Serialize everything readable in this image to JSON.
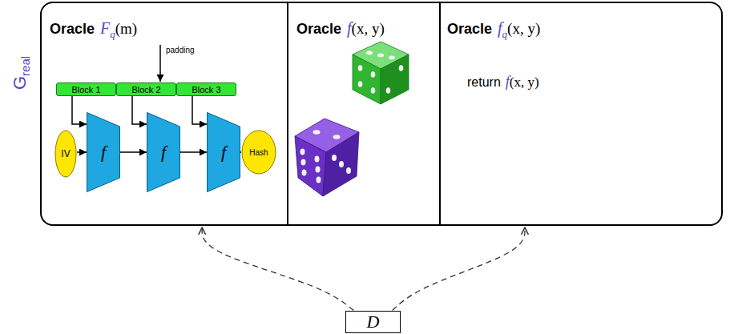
{
  "diagram": {
    "nodes": [
      {
        "text": [
          "G",
          "real"
        ]
      },
      {
        "text": [
          "Oracle",
          "F",
          "q",
          "(m)"
        ],
        "in": 0
      },
      {
        "text": [
          "Block 1"
        ],
        "in": 1
      },
      {
        "text": [
          "Block 2"
        ],
        "in": 1
      },
      {
        "text": [
          "Block 3"
        ],
        "in": 1
      },
      {
        "text": [
          "IV"
        ],
        "in": 1
      },
      {
        "text": [
          "f"
        ],
        "in": 1
      },
      {
        "text": [
          "f"
        ],
        "in": 1
      },
      {
        "text": [
          "f"
        ],
        "in": 1
      },
      {
        "text": [
          "Hash"
        ],
        "in": 1
      },
      {
        "text": [
          "Oracle",
          "f",
          "(x, y)"
        ],
        "in": 0
      },
      {
        "text": [
          "Oracle",
          "f",
          "q",
          "(x, y)",
          "return",
          "f",
          "(x, y)"
        ],
        "in": 0
      },
      {
        "text": [
          "D"
        ]
      }
    ],
    "edges": [
      {
        "from": 5,
        "to": 6,
        "arrow": "to"
      },
      {
        "from": 6,
        "to": 7,
        "arrow": "to"
      },
      {
        "from": 7,
        "to": 8,
        "arrow": "to"
      },
      {
        "from": 8,
        "to": 9,
        "arrow": "to"
      },
      {
        "from": 2,
        "to": 6,
        "arrow": "to"
      },
      {
        "from": 3,
        "to": 7,
        "arrow": "to"
      },
      {
        "from": 4,
        "to": 8,
        "arrow": "to"
      },
      {
        "from": 12,
        "to": 1,
        "arrow": "to"
      },
      {
        "from": 12,
        "to": 11,
        "arrow": "to"
      }
    ],
    "labels": [
      "padding"
    ]
  }
}
